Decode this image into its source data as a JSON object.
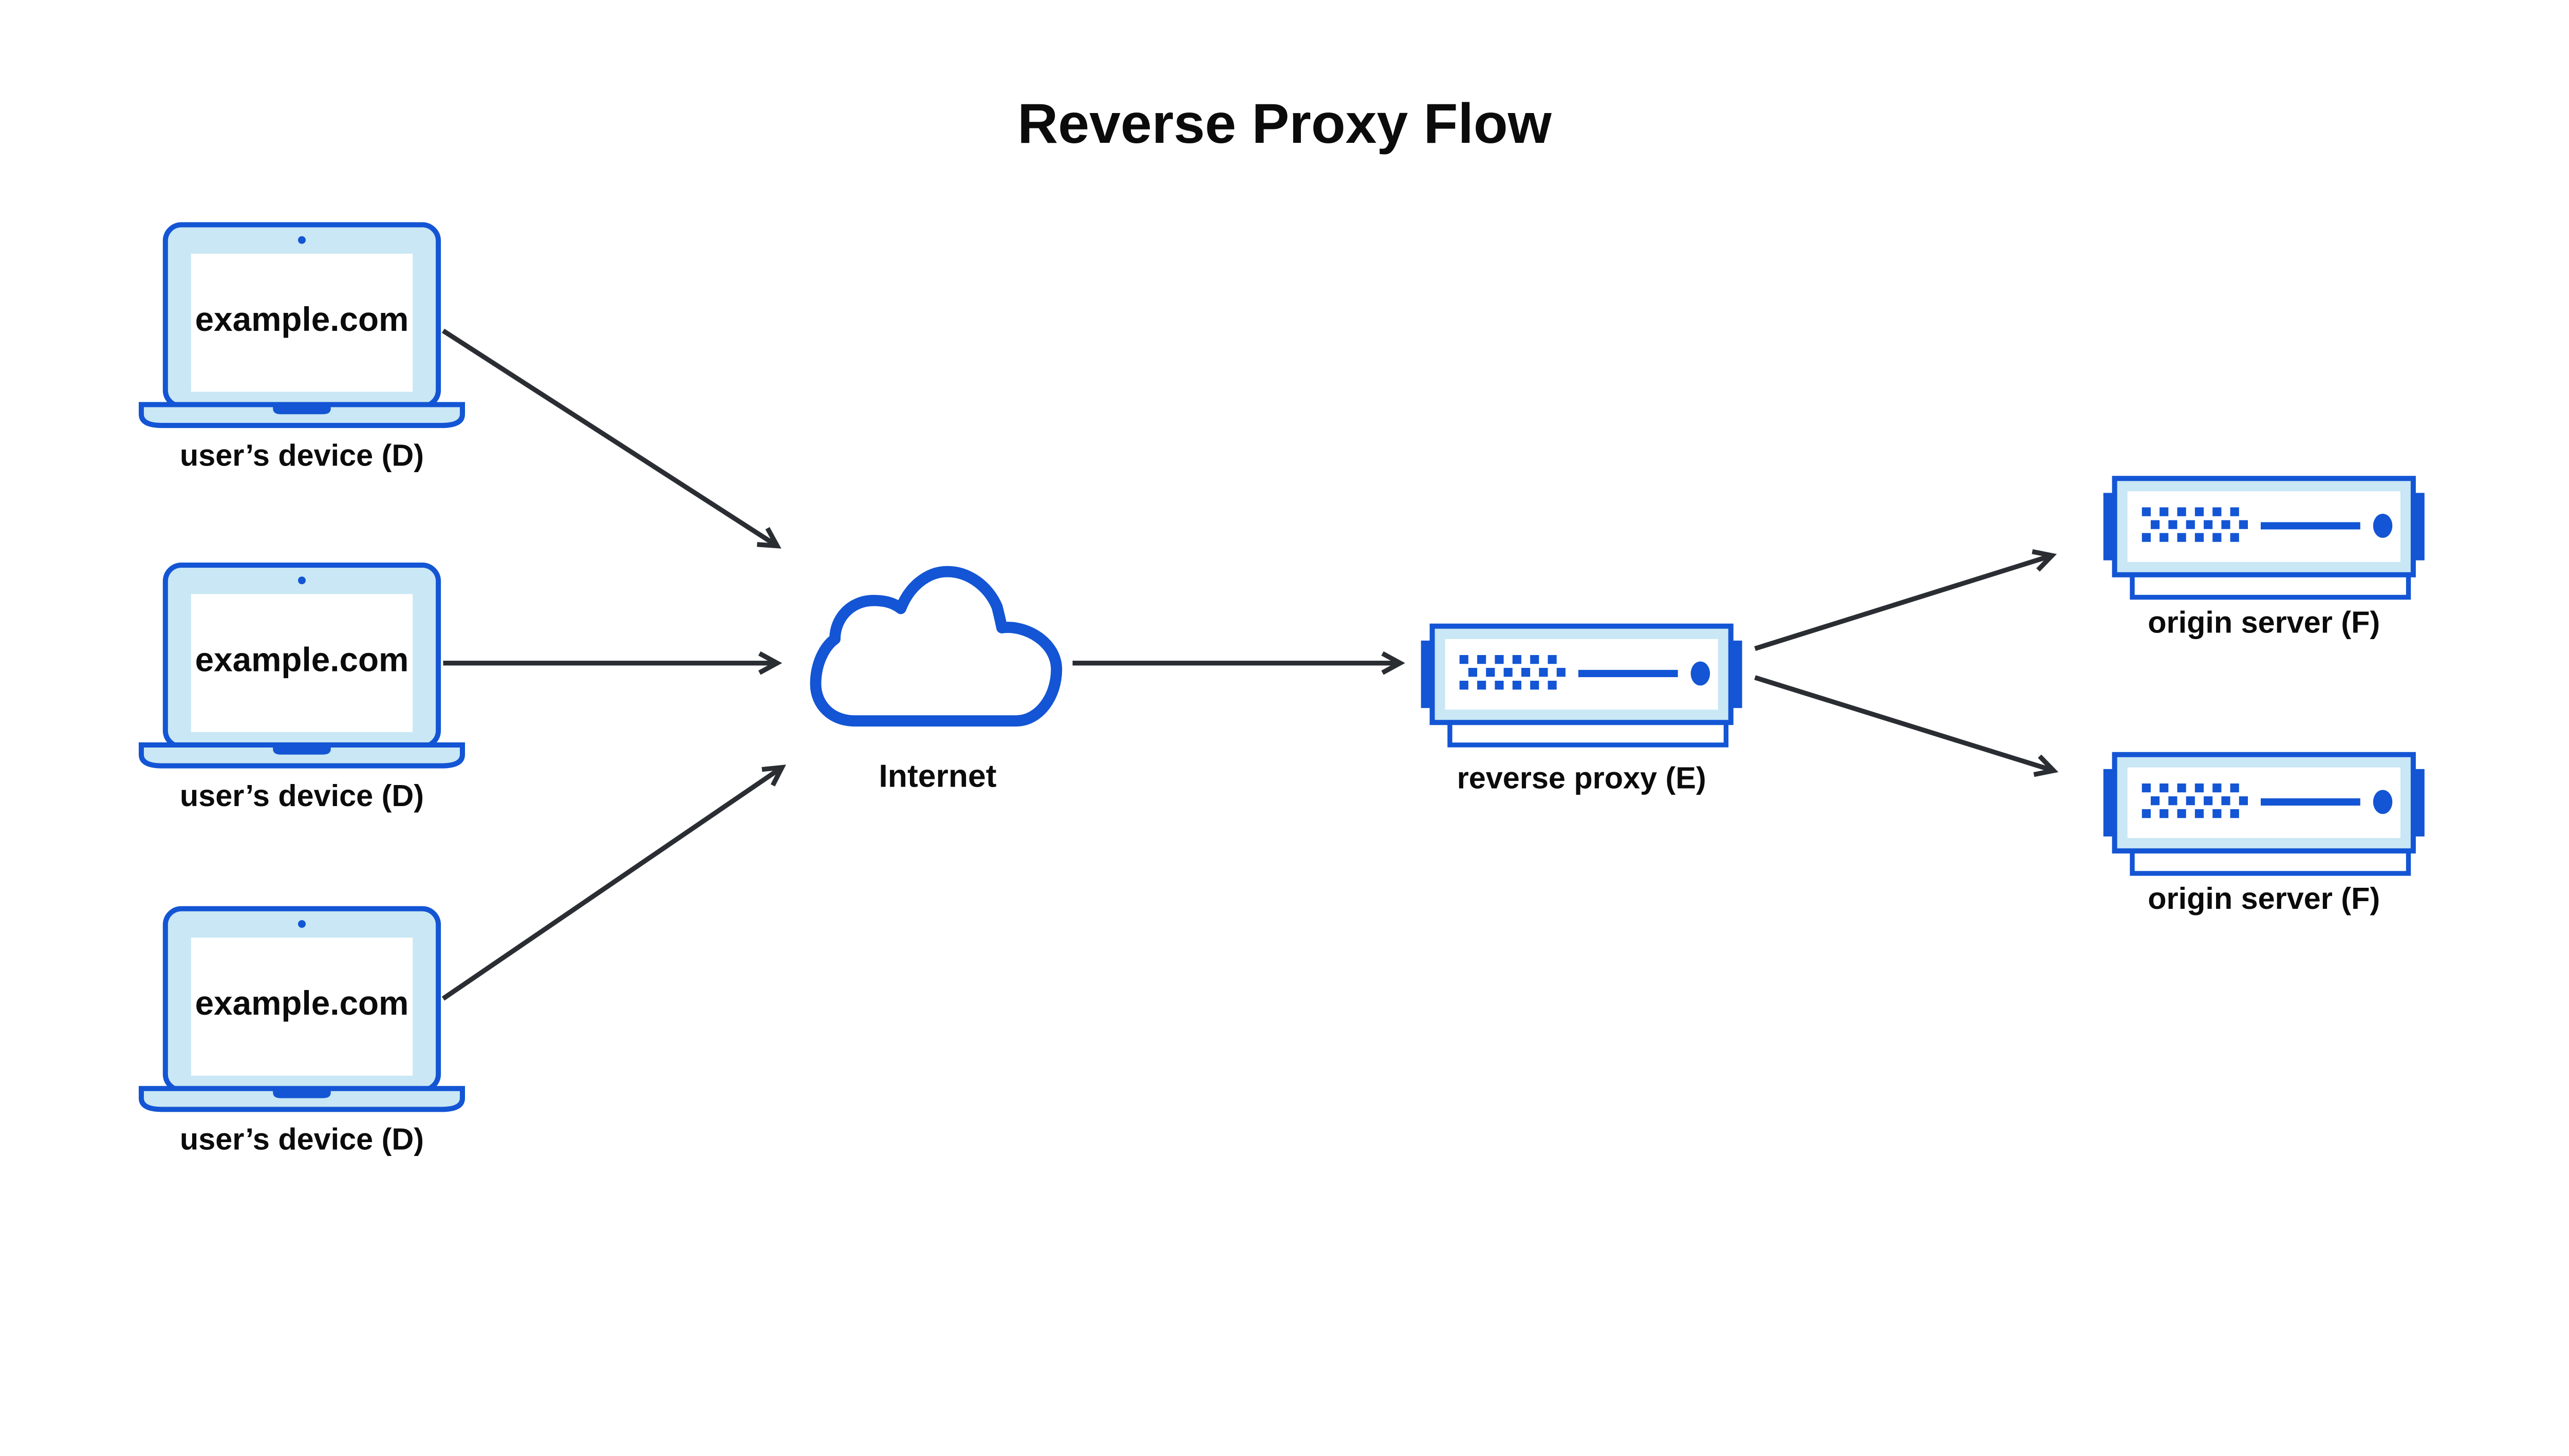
{
  "title": "Reverse Proxy Flow",
  "colors": {
    "accent_blue": "#1355d4",
    "light_blue_fill": "#c9e7f4",
    "arrow_dark": "#2a2e33",
    "text_ink": "#0b0b0c",
    "background": "#ffffff"
  },
  "icons": {
    "laptop": "laptop-icon",
    "cloud": "cloud-icon",
    "server": "server-icon",
    "arrowhead": "chevron-arrowhead"
  },
  "nodes": {
    "devices": [
      {
        "screen_text": "example.com",
        "label": "user’s device (D)"
      },
      {
        "screen_text": "example.com",
        "label": "user’s device (D)"
      },
      {
        "screen_text": "example.com",
        "label": "user’s device (D)"
      }
    ],
    "internet": {
      "label": "Internet"
    },
    "proxy": {
      "label": "reverse proxy (E)"
    },
    "origins": [
      {
        "label": "origin server (F)"
      },
      {
        "label": "origin server (F)"
      }
    ]
  },
  "connections": [
    {
      "from": "user’s device (D) #1",
      "to": "Internet"
    },
    {
      "from": "user’s device (D) #2",
      "to": "Internet"
    },
    {
      "from": "user’s device (D) #3",
      "to": "Internet"
    },
    {
      "from": "Internet",
      "to": "reverse proxy (E)"
    },
    {
      "from": "reverse proxy (E)",
      "to": "origin server (F) #1"
    },
    {
      "from": "reverse proxy (E)",
      "to": "origin server (F) #2"
    }
  ]
}
